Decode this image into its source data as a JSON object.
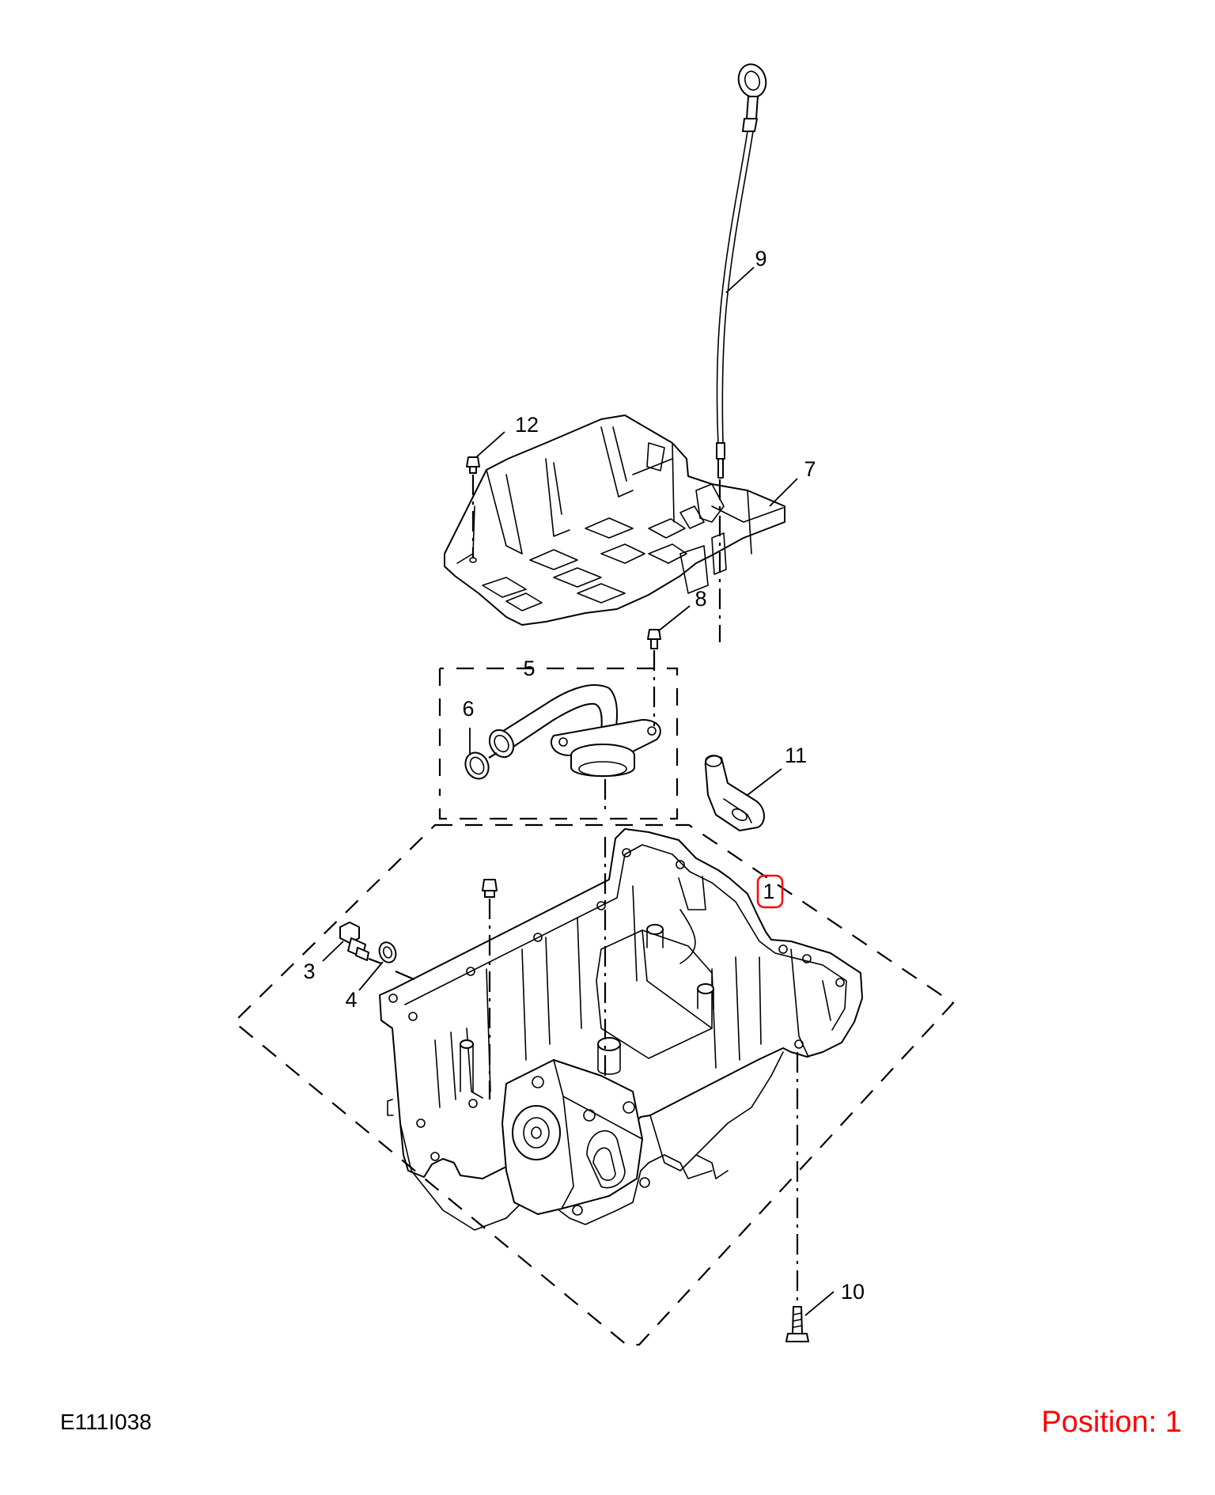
{
  "callouts": {
    "c1": "1",
    "c3": "3",
    "c4": "4",
    "c5": "5",
    "c6": "6",
    "c7": "7",
    "c8": "8",
    "c9": "9",
    "c10": "10",
    "c11": "11",
    "c12": "12"
  },
  "footer": {
    "drawing_code": "E111I038",
    "position_label": "Position: 1"
  },
  "colors": {
    "line": "#000000",
    "highlight": "#ff0000",
    "background": "#ffffff"
  },
  "highlighted_callout": "1"
}
